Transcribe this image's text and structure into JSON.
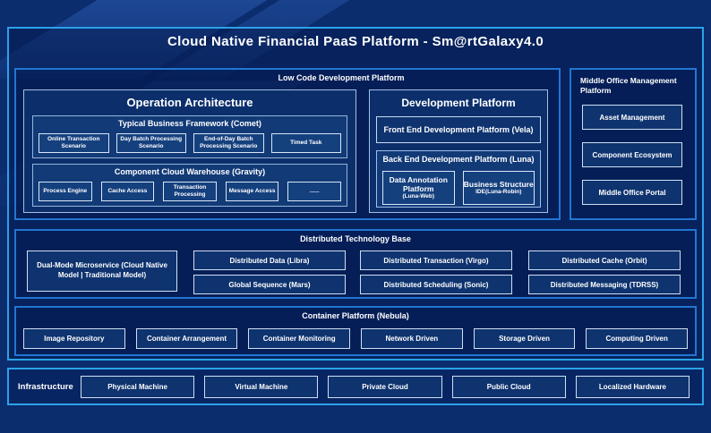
{
  "title": "Cloud Native Financial PaaS Platform - Sm@rtGalaxy4.0",
  "colors": {
    "background": "#0b2c6d",
    "outer_border": "#2ba2e8",
    "section_border": "#2176d2",
    "group_fill": "#0c2f6c",
    "subgroup_fill": "#123a77",
    "leaf_fill": "#15407e",
    "leaf_border": "#d9e6f6",
    "text": "#ffffff"
  },
  "low_code": {
    "header": "Low Code Development Platform",
    "operation_architecture": {
      "title": "Operation Architecture",
      "typical_business_framework": {
        "title": "Typical Business Framework (Comet)",
        "items": [
          "Online Transaction Scenario",
          "Day Batch Processing Scenario",
          "End-of-Day Batch Processing Scenario",
          "Timed Task"
        ]
      },
      "component_cloud_warehouse": {
        "title": "Component Cloud Warehouse (Gravity)",
        "items": [
          "Process Engine",
          "Cache Access",
          "Transaction Processing",
          "Message Access",
          "......"
        ]
      }
    },
    "development_platform": {
      "title": "Development Platform",
      "front_end": "Front End Development Platform (Vela)",
      "back_end": {
        "title": "Back End Development Platform (Luna)",
        "items": [
          {
            "name": "Data Annotation Platform",
            "sub": "(Luna-Web)"
          },
          {
            "name": "Business Structure",
            "sub": "IDE(Luna-Robin)"
          }
        ]
      }
    }
  },
  "middle_office": {
    "title": "Middle Office Management Platform",
    "items": [
      "Asset Management",
      "Component Ecosystem",
      "Middle Office Portal"
    ]
  },
  "distributed": {
    "title": "Distributed Technology Base",
    "dual_mode": "Dual-Mode Microservice (Cloud Native Model | Traditional Model)",
    "grid": [
      "Distributed Data (Libra)",
      "Distributed Transaction (Virgo)",
      "Distributed Cache (Orbit)",
      "Global Sequence (Mars)",
      "Distributed Scheduling (Sonic)",
      "Distributed Messaging (TDRSS)"
    ]
  },
  "container_platform": {
    "title": "Container Platform (Nebula)",
    "items": [
      "Image Repository",
      "Container Arrangement",
      "Container Monitoring",
      "Network Driven",
      "Storage Driven",
      "Computing Driven"
    ]
  },
  "infrastructure": {
    "label": "Infrastructure",
    "items": [
      "Physical Machine",
      "Virtual Machine",
      "Private Cloud",
      "Public Cloud",
      "Localized Hardware"
    ]
  }
}
